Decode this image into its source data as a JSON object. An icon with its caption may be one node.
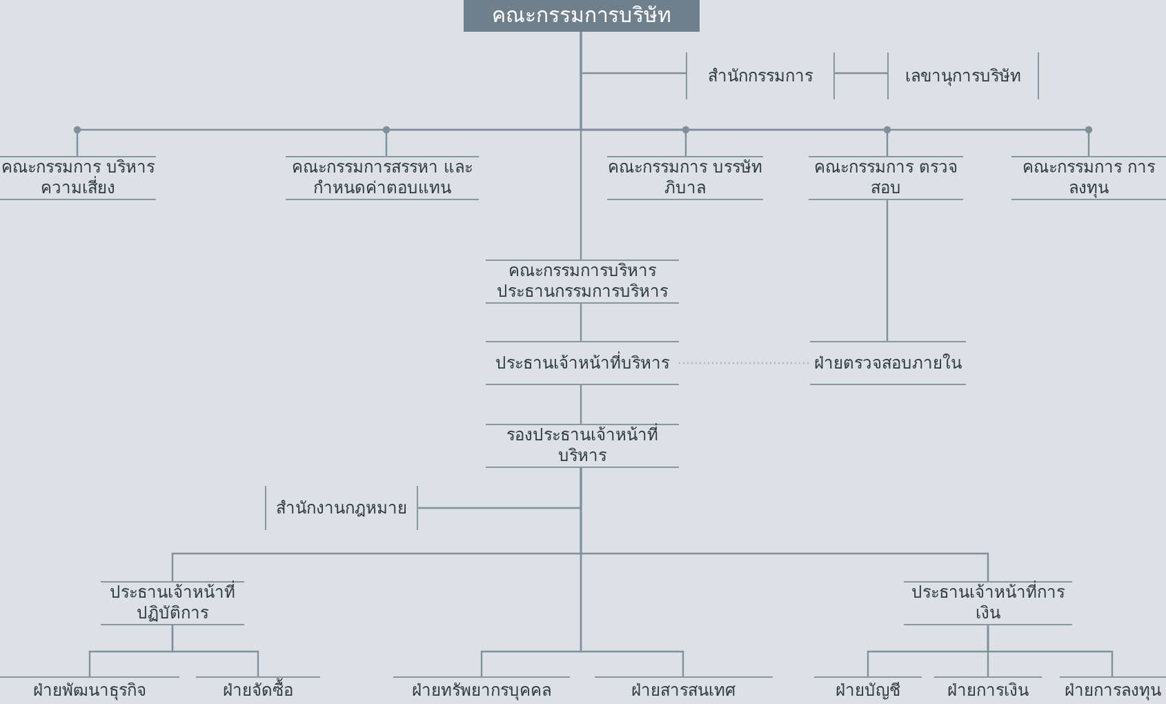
{
  "diagram": {
    "nodes": [
      {
        "text": [
          "คณะกรรมการบริษัท"
        ]
      },
      {
        "text": [
          "สำนักกรรมการ"
        ]
      },
      {
        "text": [
          "เลขานุการบริษัท"
        ]
      },
      {
        "text": [
          "คณะกรรมการ บริหารความเสี่ยง"
        ]
      },
      {
        "text": [
          "คณะกรรมการสรรหา และกำหนดค่าตอบแทน"
        ]
      },
      {
        "text": [
          "คณะกรรมการ บรรษัทภิบาล"
        ]
      },
      {
        "text": [
          "คณะกรรมการ ตรวจสอบ"
        ]
      },
      {
        "text": [
          "คณะกรรมการ การลงทุน"
        ]
      },
      {
        "text": [
          "คณะกรรมการบริหาร ประธานกรรมการบริหาร"
        ]
      },
      {
        "text": [
          "ประธานเจ้าหน้าที่บริหาร"
        ]
      },
      {
        "text": [
          "ฝ่ายตรวจสอบภายใน"
        ]
      },
      {
        "text": [
          "รองประธานเจ้าหน้าที่บริหาร"
        ]
      },
      {
        "text": [
          "สำนักงานกฎหมาย"
        ]
      },
      {
        "text": [
          "ประธานเจ้าหน้าที่ ปฏิบัติการ"
        ]
      },
      {
        "text": [
          "ประธานเจ้าหน้าที่การเงิน"
        ]
      },
      {
        "text": [
          "ฝ่ายพัฒนาธุรกิจ"
        ]
      },
      {
        "text": [
          "ฝ่ายจัดซื้อ"
        ]
      },
      {
        "text": [
          "ฝ่ายทรัพยากรบุคคล"
        ]
      },
      {
        "text": [
          "ฝ่ายสารสนเทศ"
        ]
      },
      {
        "text": [
          "ฝ่ายบัญชี"
        ]
      },
      {
        "text": [
          "ฝ่ายการเงิน"
        ]
      },
      {
        "text": [
          "ฝ่ายการลงทุน"
        ]
      }
    ],
    "edges": [
      {
        "from": 0,
        "to": 1,
        "arrow": "none"
      },
      {
        "from": 1,
        "to": 2,
        "arrow": "none"
      },
      {
        "from": 0,
        "to": 3,
        "arrow": "none"
      },
      {
        "from": 0,
        "to": 4,
        "arrow": "none"
      },
      {
        "from": 0,
        "to": 5,
        "arrow": "none"
      },
      {
        "from": 0,
        "to": 6,
        "arrow": "none"
      },
      {
        "from": 0,
        "to": 7,
        "arrow": "none"
      },
      {
        "from": 0,
        "to": 8,
        "arrow": "none"
      },
      {
        "from": 6,
        "to": 10,
        "arrow": "none"
      },
      {
        "from": 8,
        "to": 9,
        "arrow": "none"
      },
      {
        "from": 9,
        "to": 10,
        "arrow": "none",
        "style": "dashed"
      },
      {
        "from": 9,
        "to": 11,
        "arrow": "none"
      },
      {
        "from": 11,
        "to": 12,
        "arrow": "none"
      },
      {
        "from": 11,
        "to": 13,
        "arrow": "none"
      },
      {
        "from": 11,
        "to": 14,
        "arrow": "none"
      },
      {
        "from": 11,
        "to": 17,
        "arrow": "none"
      },
      {
        "from": 11,
        "to": 18,
        "arrow": "none"
      },
      {
        "from": 13,
        "to": 15,
        "arrow": "none"
      },
      {
        "from": 13,
        "to": 16,
        "arrow": "none"
      },
      {
        "from": 14,
        "to": 19,
        "arrow": "none"
      },
      {
        "from": 14,
        "to": 20,
        "arrow": "none"
      },
      {
        "from": 14,
        "to": 21,
        "arrow": "none"
      }
    ]
  }
}
